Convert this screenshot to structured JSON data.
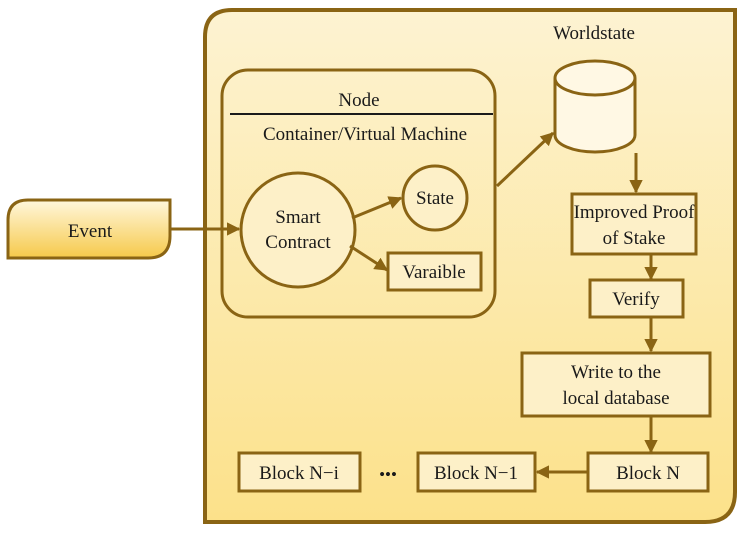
{
  "colors": {
    "stroke": "#8a6414",
    "panel_top": "#fdf3d2",
    "panel_bottom": "#fce18a",
    "event_top": "#fff7dc",
    "event_bottom": "#f6c94a",
    "box_fill": "#fdf0c8",
    "db_fill": "#fff8e4"
  },
  "event": {
    "label": "Event"
  },
  "worldstate": {
    "label": "Worldstate"
  },
  "node": {
    "title": "Node",
    "subtitle": "Container/Virtual Machine",
    "smart_contract": [
      "Smart",
      "Contract"
    ],
    "state": "State",
    "variable": "Varaible"
  },
  "flow": {
    "consensus": [
      "Improved Proof",
      "of Stake"
    ],
    "verify": "Verify",
    "write": [
      "Write to the",
      "local database"
    ]
  },
  "chain": {
    "block_n": "Block N",
    "block_n_minus_1": "Block N−1",
    "ellipsis": "•••",
    "block_n_minus_i": "Block N−i"
  }
}
